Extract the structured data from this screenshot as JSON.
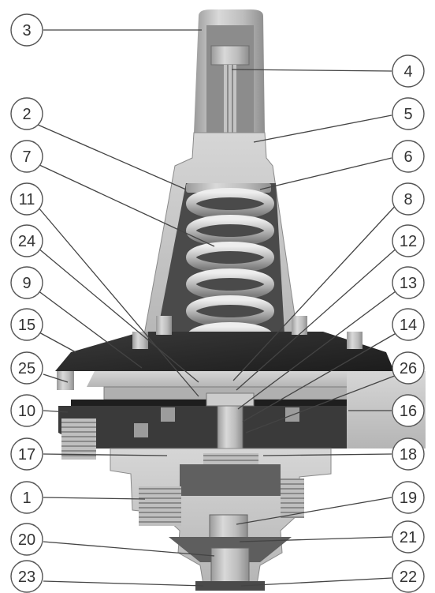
{
  "colors": {
    "metal_light": "#cfcfcf",
    "metal_mid": "#a9a9a9",
    "metal_dark": "#6e6e6e",
    "diaphragm": "#2b2b2b",
    "spring": "#bdbdbd",
    "callout_stroke": "#555555",
    "leader": "#444444",
    "background": "#ffffff"
  },
  "callouts": {
    "left": [
      "3",
      "2",
      "7",
      "11",
      "24",
      "9",
      "15",
      "25",
      "10",
      "17",
      "1",
      "20",
      "23"
    ],
    "right": [
      "4",
      "5",
      "6",
      "8",
      "12",
      "13",
      "14",
      "26",
      "16",
      "18",
      "19",
      "21",
      "22"
    ]
  }
}
